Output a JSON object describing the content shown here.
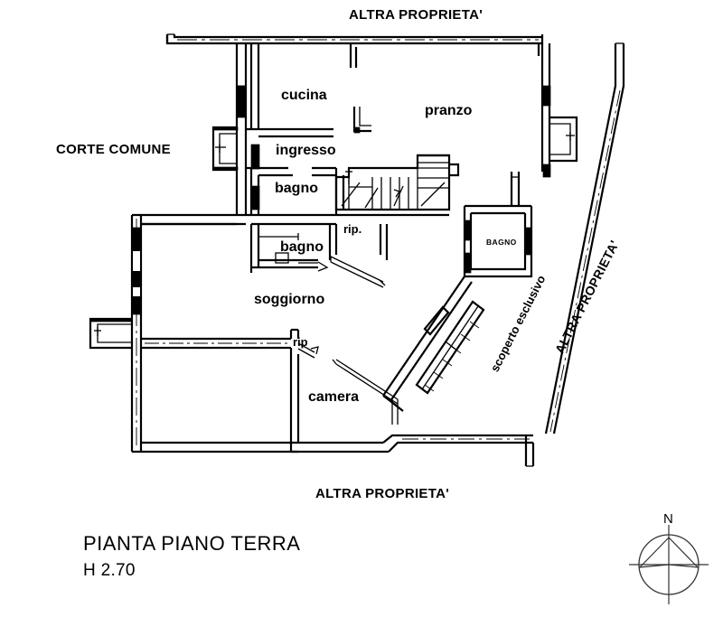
{
  "document": {
    "type": "floor-plan",
    "title": "PIANTA PIANO TERRA",
    "height_note": "H 2.70"
  },
  "exterior_labels": {
    "top": "ALTRA PROPRIETA'",
    "bottom": "ALTRA PROPRIETA'",
    "left": "CORTE COMUNE",
    "right_diagonal": "ALTRA PROPRIETA'"
  },
  "rooms": [
    {
      "id": "cucina",
      "label": "cucina"
    },
    {
      "id": "pranzo",
      "label": "pranzo"
    },
    {
      "id": "ingresso",
      "label": "ingresso"
    },
    {
      "id": "bagno1",
      "label": "bagno"
    },
    {
      "id": "bagno2",
      "label": "bagno"
    },
    {
      "id": "rip1",
      "label": "rip."
    },
    {
      "id": "soggiorno",
      "label": "soggiorno"
    },
    {
      "id": "rip2",
      "label": "rip"
    },
    {
      "id": "camera",
      "label": "camera"
    },
    {
      "id": "bagno3",
      "label": "BAGNO"
    }
  ],
  "outdoor_area": {
    "label": "scoperto esclusivo"
  },
  "compass": {
    "north_label": "N"
  },
  "colors": {
    "ink": "#000000",
    "paper": "#ffffff",
    "compass": "#333333"
  }
}
